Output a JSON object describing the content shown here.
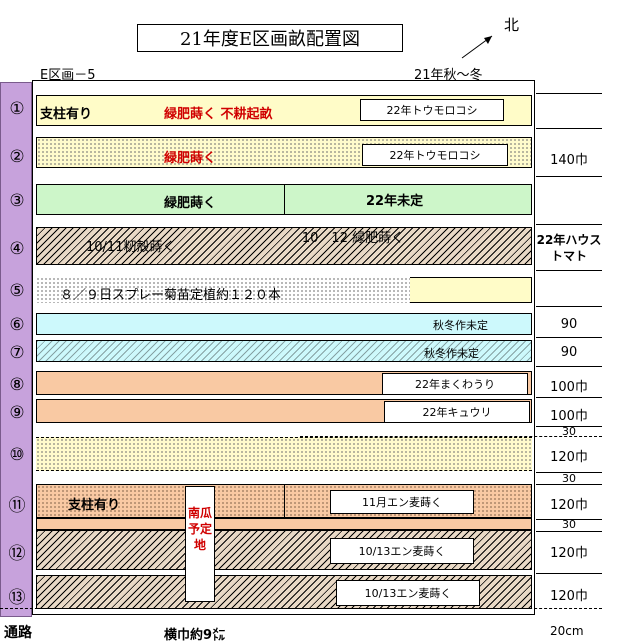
{
  "title": "21年度E区画畝配置図",
  "north_label": "北",
  "top_left_label": "E区画－5",
  "top_right_label": "21年秋～冬",
  "rows": [
    {
      "num": "①",
      "main_label": "支柱有り",
      "red_label": "緑肥蒔く 不耕起畝",
      "box": "22年トウモロコシ",
      "right": ""
    },
    {
      "num": "②",
      "red_label": "緑肥蒔く",
      "box": "22年トウモロコシ",
      "right": "140巾"
    },
    {
      "num": "③",
      "left_label": "緑肥蒔く",
      "right_label": "22年未定",
      "right": ""
    },
    {
      "num": "④",
      "left_label": "10/11籾殻蒔く",
      "right_label": "10／12 緑肥蒔く",
      "right": "22年ハウストマト"
    },
    {
      "num": "⑤",
      "label": "８／９日スプレー菊苗定植約１２０本",
      "right": ""
    },
    {
      "num": "⑥",
      "label": "秋冬作未定",
      "right": "90"
    },
    {
      "num": "⑦",
      "label": "秋冬作未定",
      "right": "90"
    },
    {
      "num": "⑧",
      "box": "22年まくわうり",
      "right": "100巾"
    },
    {
      "num": "⑨",
      "box": "22年キュウリ",
      "right": "100巾"
    },
    {
      "num": "⑩",
      "right": "120巾"
    },
    {
      "num": "⑪",
      "main_label": "支柱有り",
      "box": "11月エン麦蒔く",
      "right": "120巾"
    },
    {
      "num": "⑫",
      "box": "10/13エン麦蒔く",
      "right": "120巾"
    },
    {
      "num": "⑬",
      "box": "10/13エン麦蒔く",
      "right": "120巾"
    }
  ],
  "squash_label": "南瓜予定地",
  "spacing_labels": [
    "30",
    "30",
    "30"
  ],
  "bottom_left_label": "通路",
  "bottom_center_label": "横巾約9㍍",
  "bottom_right_label": "20cm"
}
